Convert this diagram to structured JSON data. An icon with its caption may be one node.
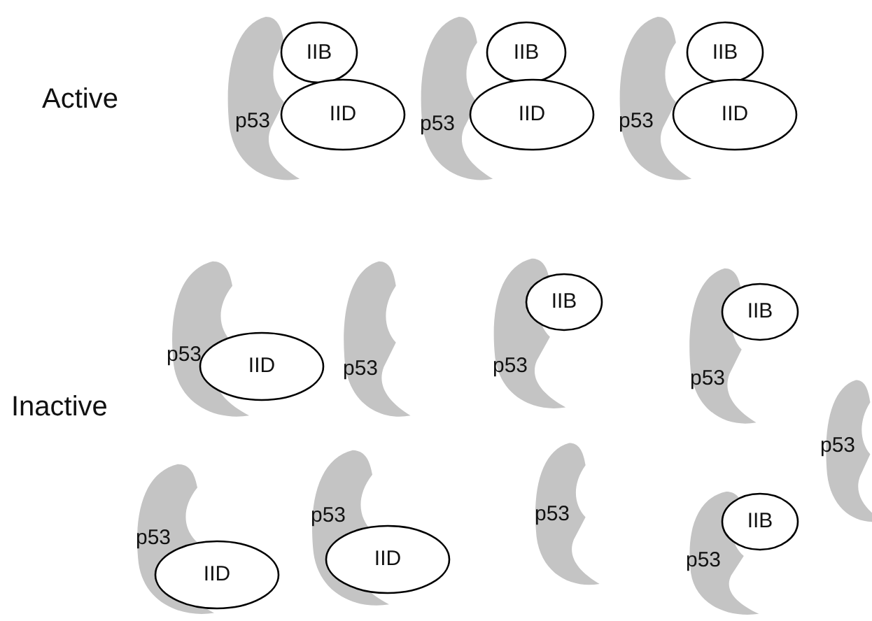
{
  "diagram": {
    "nodes": [
      {
        "text": [
          "p53"
        ]
      },
      {
        "text": [
          "IIB"
        ]
      },
      {
        "text": [
          "IID"
        ]
      },
      {
        "text": [
          "p53"
        ]
      },
      {
        "text": [
          "IIB"
        ]
      },
      {
        "text": [
          "IID"
        ]
      },
      {
        "text": [
          "p53"
        ]
      },
      {
        "text": [
          "IIB"
        ]
      },
      {
        "text": [
          "IID"
        ]
      },
      {
        "text": [
          "p53"
        ]
      },
      {
        "text": [
          "IID"
        ]
      },
      {
        "text": [
          "p53"
        ]
      },
      {
        "text": [
          "p53"
        ]
      },
      {
        "text": [
          "IIB"
        ]
      },
      {
        "text": [
          "p53"
        ]
      },
      {
        "text": [
          "IIB"
        ]
      },
      {
        "text": [
          "p53"
        ]
      },
      {
        "text": [
          "p53"
        ]
      },
      {
        "text": [
          "IID"
        ]
      },
      {
        "text": [
          "p53"
        ]
      },
      {
        "text": [
          "IID"
        ]
      },
      {
        "text": [
          "p53"
        ]
      },
      {
        "text": [
          "p53"
        ]
      },
      {
        "text": [
          "IIB"
        ]
      }
    ],
    "labels": [
      "Active",
      "Inactive"
    ]
  }
}
